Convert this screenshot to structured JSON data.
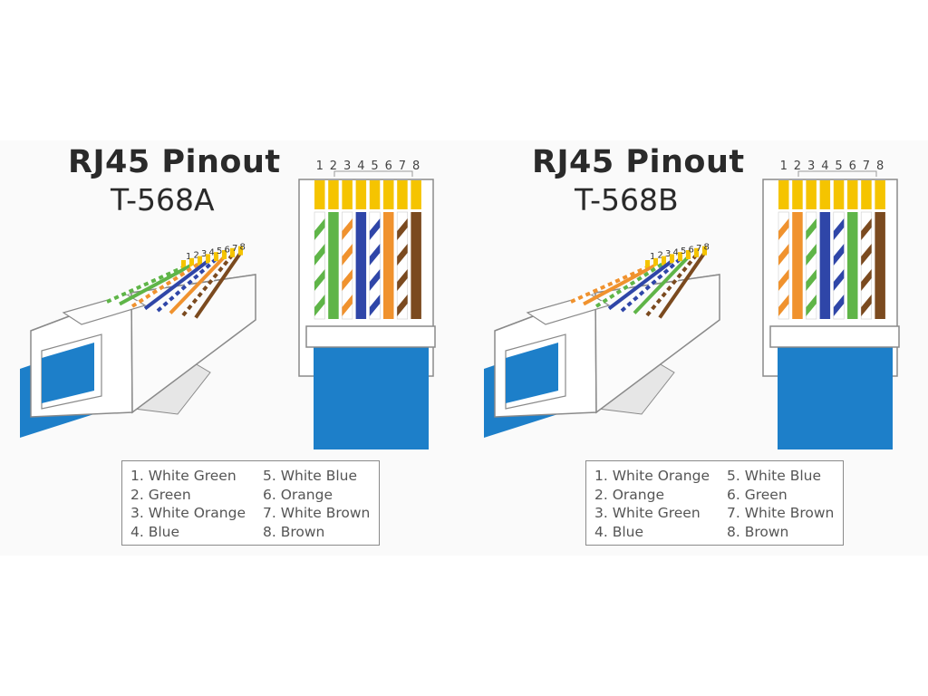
{
  "colors": {
    "cable": "#1d7fc9",
    "connector_fill": "#ffffff",
    "connector_stroke": "#8a8a8a",
    "gold": "#f5c400",
    "background": "#fafafa"
  },
  "wire_palette": {
    "green": "#5fb548",
    "orange": "#f0922e",
    "blue": "#2f46a8",
    "brown": "#7b4a1f"
  },
  "diagrams": [
    {
      "title": "RJ45 Pinout",
      "standard": "T-568A",
      "pin_numbers": [
        "1",
        "2",
        "3",
        "4",
        "5",
        "6",
        "7",
        "8"
      ],
      "wires": [
        {
          "pin": 1,
          "base": "green",
          "striped": true
        },
        {
          "pin": 2,
          "base": "green",
          "striped": false
        },
        {
          "pin": 3,
          "base": "orange",
          "striped": true
        },
        {
          "pin": 4,
          "base": "blue",
          "striped": false
        },
        {
          "pin": 5,
          "base": "blue",
          "striped": true
        },
        {
          "pin": 6,
          "base": "orange",
          "striped": false
        },
        {
          "pin": 7,
          "base": "brown",
          "striped": true
        },
        {
          "pin": 8,
          "base": "brown",
          "striped": false
        }
      ],
      "legend": [
        "1. White Green",
        "2. Green",
        "3. White Orange",
        "4. Blue",
        "5. White Blue",
        "6. Orange",
        "7. White Brown",
        "8. Brown"
      ]
    },
    {
      "title": "RJ45 Pinout",
      "standard": "T-568B",
      "pin_numbers": [
        "1",
        "2",
        "3",
        "4",
        "5",
        "6",
        "7",
        "8"
      ],
      "wires": [
        {
          "pin": 1,
          "base": "orange",
          "striped": true
        },
        {
          "pin": 2,
          "base": "orange",
          "striped": false
        },
        {
          "pin": 3,
          "base": "green",
          "striped": true
        },
        {
          "pin": 4,
          "base": "blue",
          "striped": false
        },
        {
          "pin": 5,
          "base": "blue",
          "striped": true
        },
        {
          "pin": 6,
          "base": "green",
          "striped": false
        },
        {
          "pin": 7,
          "base": "brown",
          "striped": true
        },
        {
          "pin": 8,
          "base": "brown",
          "striped": false
        }
      ],
      "legend": [
        "1. White Orange",
        "2. Orange",
        "3. White Green",
        "4. Blue",
        "5. White Blue",
        "6. Green",
        "7. White Brown",
        "8. Brown"
      ]
    }
  ]
}
